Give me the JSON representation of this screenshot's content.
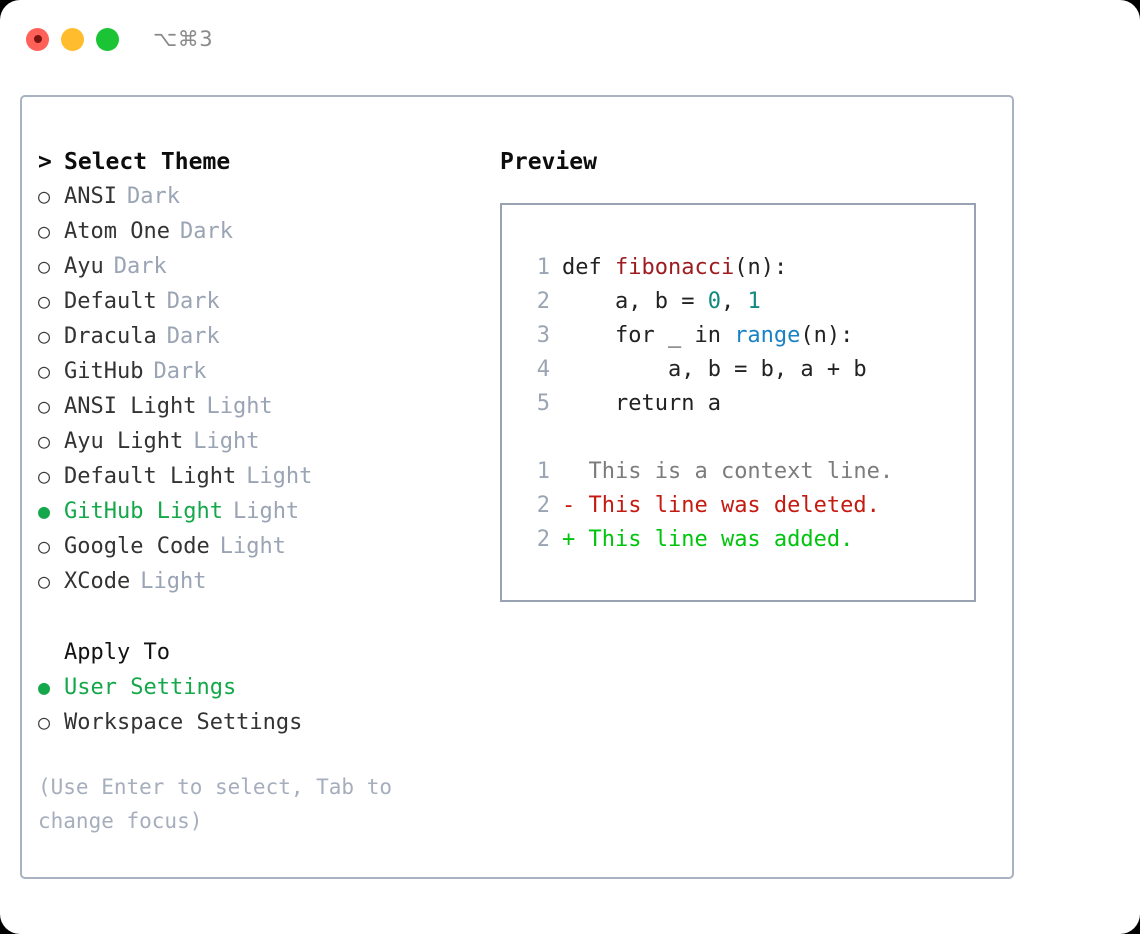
{
  "titlebar": {
    "shortcut": "⌥⌘3",
    "close_label": "close",
    "minimize_label": "minimize",
    "maximize_label": "maximize"
  },
  "theme_section": {
    "caret": ">",
    "title": "Select Theme",
    "bullet_selected": "●",
    "bullet_unselected": "○",
    "items": [
      {
        "name": "ANSI",
        "badge": "Dark",
        "selected": false
      },
      {
        "name": "Atom One",
        "badge": "Dark",
        "selected": false
      },
      {
        "name": "Ayu",
        "badge": "Dark",
        "selected": false
      },
      {
        "name": "Default",
        "badge": "Dark",
        "selected": false
      },
      {
        "name": "Dracula",
        "badge": "Dark",
        "selected": false
      },
      {
        "name": "GitHub",
        "badge": "Dark",
        "selected": false
      },
      {
        "name": "ANSI Light",
        "badge": "Light",
        "selected": false
      },
      {
        "name": "Ayu Light",
        "badge": "Light",
        "selected": false
      },
      {
        "name": "Default Light",
        "badge": "Light",
        "selected": false
      },
      {
        "name": "GitHub Light",
        "badge": "Light",
        "selected": true
      },
      {
        "name": "Google Code",
        "badge": "Light",
        "selected": false
      },
      {
        "name": "XCode",
        "badge": "Light",
        "selected": false
      }
    ]
  },
  "apply_section": {
    "title": "Apply To",
    "items": [
      {
        "name": "User Settings",
        "selected": true
      },
      {
        "name": "Workspace Settings",
        "selected": false
      }
    ]
  },
  "hint": "(Use Enter to select, Tab to change focus)",
  "preview": {
    "title": "Preview",
    "code_lines": [
      {
        "ln": "1",
        "tokens": [
          {
            "t": "def ",
            "c": "plain"
          },
          {
            "t": "fibonacci",
            "c": "fn"
          },
          {
            "t": "(n):",
            "c": "plain"
          }
        ]
      },
      {
        "ln": "2",
        "tokens": [
          {
            "t": "    a, b = ",
            "c": "plain"
          },
          {
            "t": "0",
            "c": "num"
          },
          {
            "t": ", ",
            "c": "plain"
          },
          {
            "t": "1",
            "c": "num"
          }
        ]
      },
      {
        "ln": "3",
        "tokens": [
          {
            "t": "    for _ in ",
            "c": "plain"
          },
          {
            "t": "range",
            "c": "build"
          },
          {
            "t": "(n):",
            "c": "plain"
          }
        ]
      },
      {
        "ln": "4",
        "tokens": [
          {
            "t": "        a, b = b, a + b",
            "c": "plain"
          }
        ]
      },
      {
        "ln": "5",
        "tokens": [
          {
            "t": "    return a",
            "c": "plain"
          }
        ]
      }
    ],
    "diff_lines": [
      {
        "ln": "1",
        "marker": " ",
        "text": "This is a context line.",
        "kind": "ctx"
      },
      {
        "ln": "2",
        "marker": "-",
        "text": "This line was deleted.",
        "kind": "del"
      },
      {
        "ln": "2",
        "marker": "+",
        "text": "This line was added.",
        "kind": "add"
      }
    ]
  },
  "colors": {
    "selected_green": "#14a84a",
    "badge_gray": "#9aa4b4",
    "hint_gray": "#a6aebd",
    "panel_border": "#a9b2c1",
    "preview_border": "#98a2b3",
    "line_number": "#9aa4b2",
    "token_function": "#9e1c20",
    "token_number": "#0f8a7e",
    "token_builtin": "#1a82c4",
    "diff_context": "#7c7c7c",
    "diff_deleted": "#c41a11",
    "diff_added": "#00c40d"
  }
}
